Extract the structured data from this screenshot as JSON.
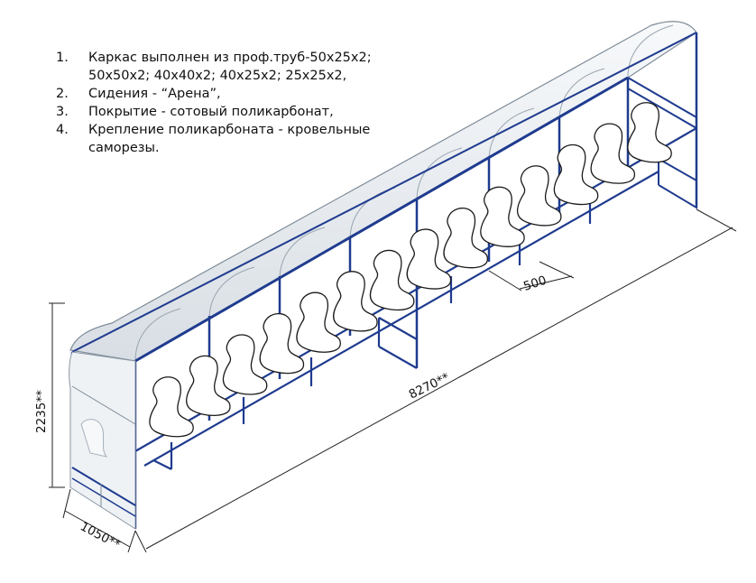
{
  "notes": [
    {
      "num": "1.",
      "text": "Каркас выполнен из проф.труб-50x25x2; 50x50x2; 40x40x2; 40x25x2; 25x25x2,"
    },
    {
      "num": "2.",
      "text": "Сидения - “Арена”,"
    },
    {
      "num": "3.",
      "text": "Покрытие - сотовый поликарбонат,"
    },
    {
      "num": "4.",
      "text": "Крепление поликарбоната - кровельные саморезы."
    }
  ],
  "dimensions": {
    "length": "8270**",
    "height": "2235**",
    "depth": "1050**",
    "seat_pitch": "500"
  },
  "colors": {
    "frame": "#1f3b8f",
    "canopy_fill": "#e9eef2",
    "canopy_edge": "#7f8c98",
    "seat_fill": "#ffffff",
    "seat_edge": "#1a1a1a",
    "dimension_line": "#222222"
  }
}
